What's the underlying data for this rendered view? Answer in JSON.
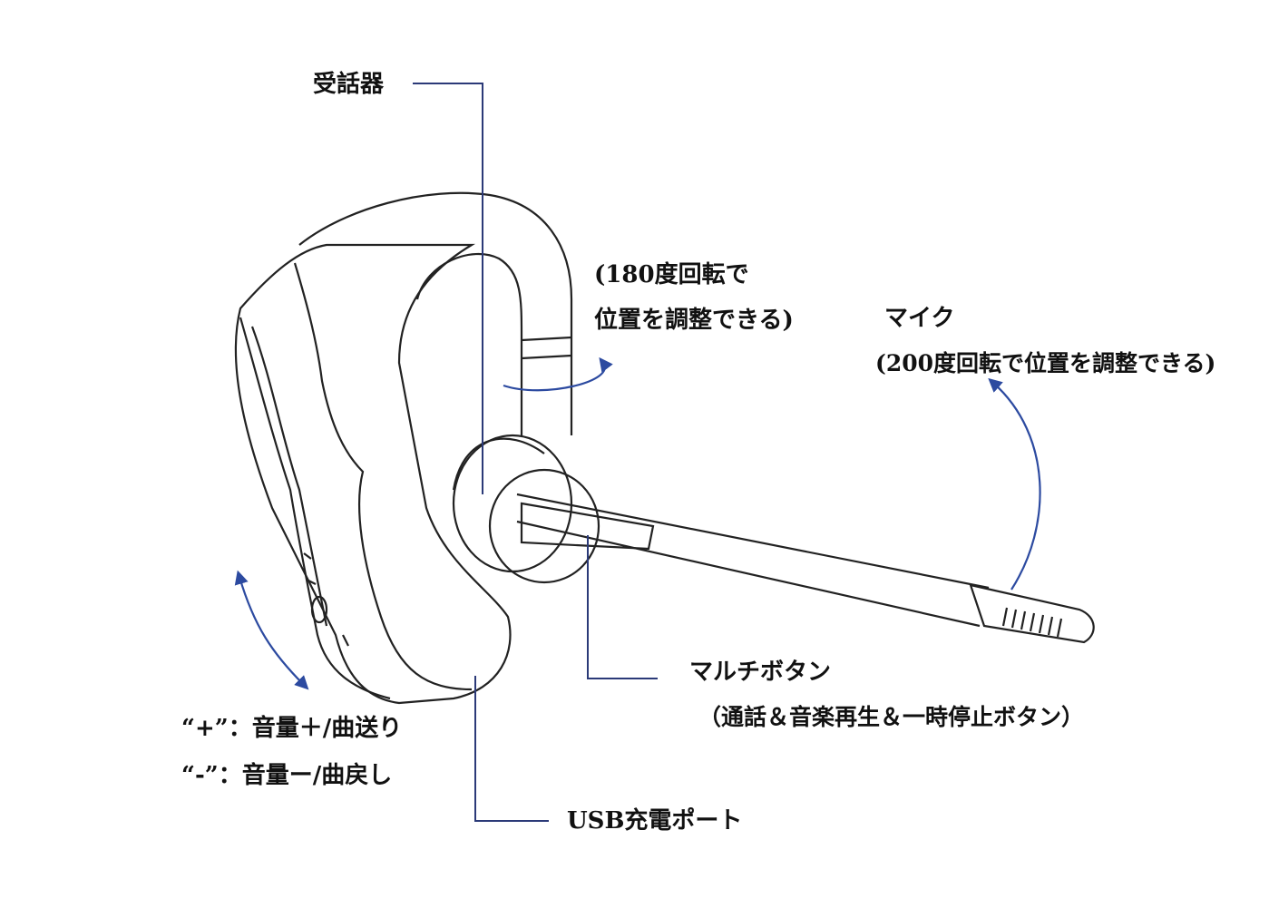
{
  "colors": {
    "leader_line": "#2b3a78",
    "arrow": "#2c4aa0",
    "outline": "#222222"
  },
  "labels": {
    "receiver": "受話器",
    "boom_rotation_line1": "(180度回転で",
    "boom_rotation_line2": "位置を調整できる)",
    "mic_title": "マイク",
    "mic_rotation": "(200度回転で位置を調整できる)",
    "multi_button_title": "マルチボタン",
    "multi_button_desc": "（通話＆音楽再生＆一時停止ボタン）",
    "volume_plus": "“+”：音量＋/曲送り",
    "volume_minus": "“-”：音量ー/曲戻し",
    "usb_port": "USB充電ポート"
  }
}
